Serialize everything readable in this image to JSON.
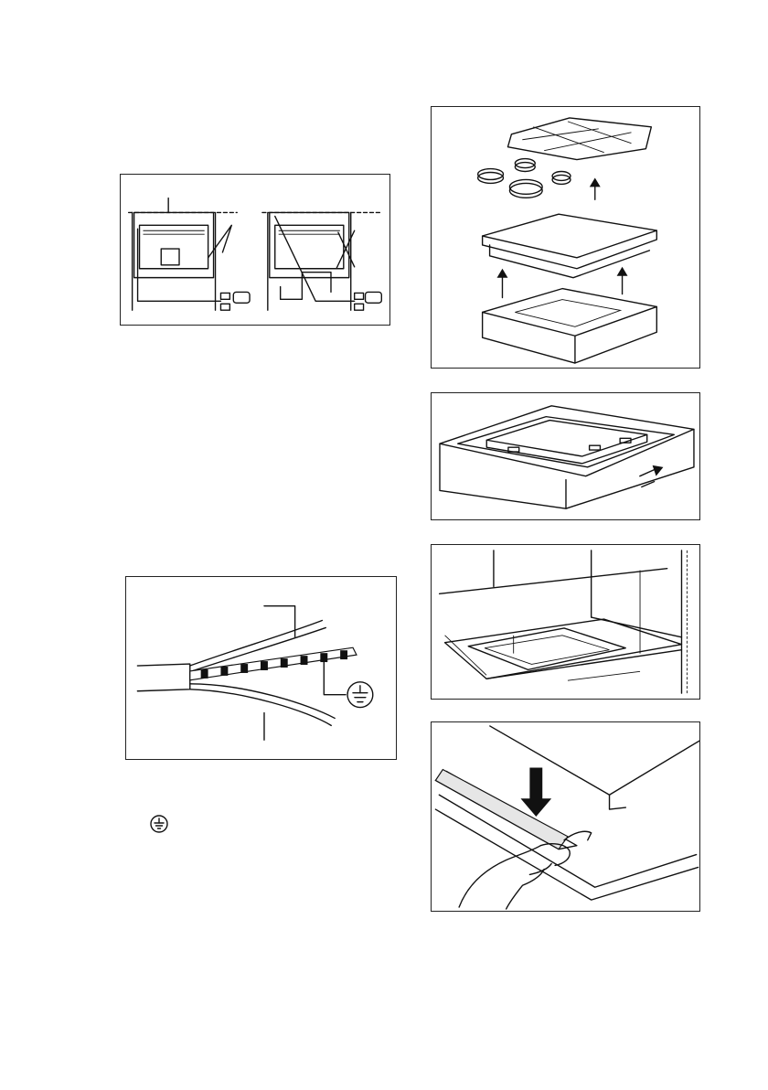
{
  "figures": [
    {
      "id": "cable-routing",
      "icons": [
        "check-mark-icon",
        "cross-mark-icon"
      ]
    },
    {
      "id": "remove-hob-parts"
    },
    {
      "id": "slide-in-box"
    },
    {
      "id": "cutout-dimensions"
    },
    {
      "id": "cable-wires",
      "icons": [
        "earth-symbol-icon"
      ]
    },
    {
      "id": "apply-seal"
    }
  ],
  "inline_symbol": "earth-symbol-icon"
}
